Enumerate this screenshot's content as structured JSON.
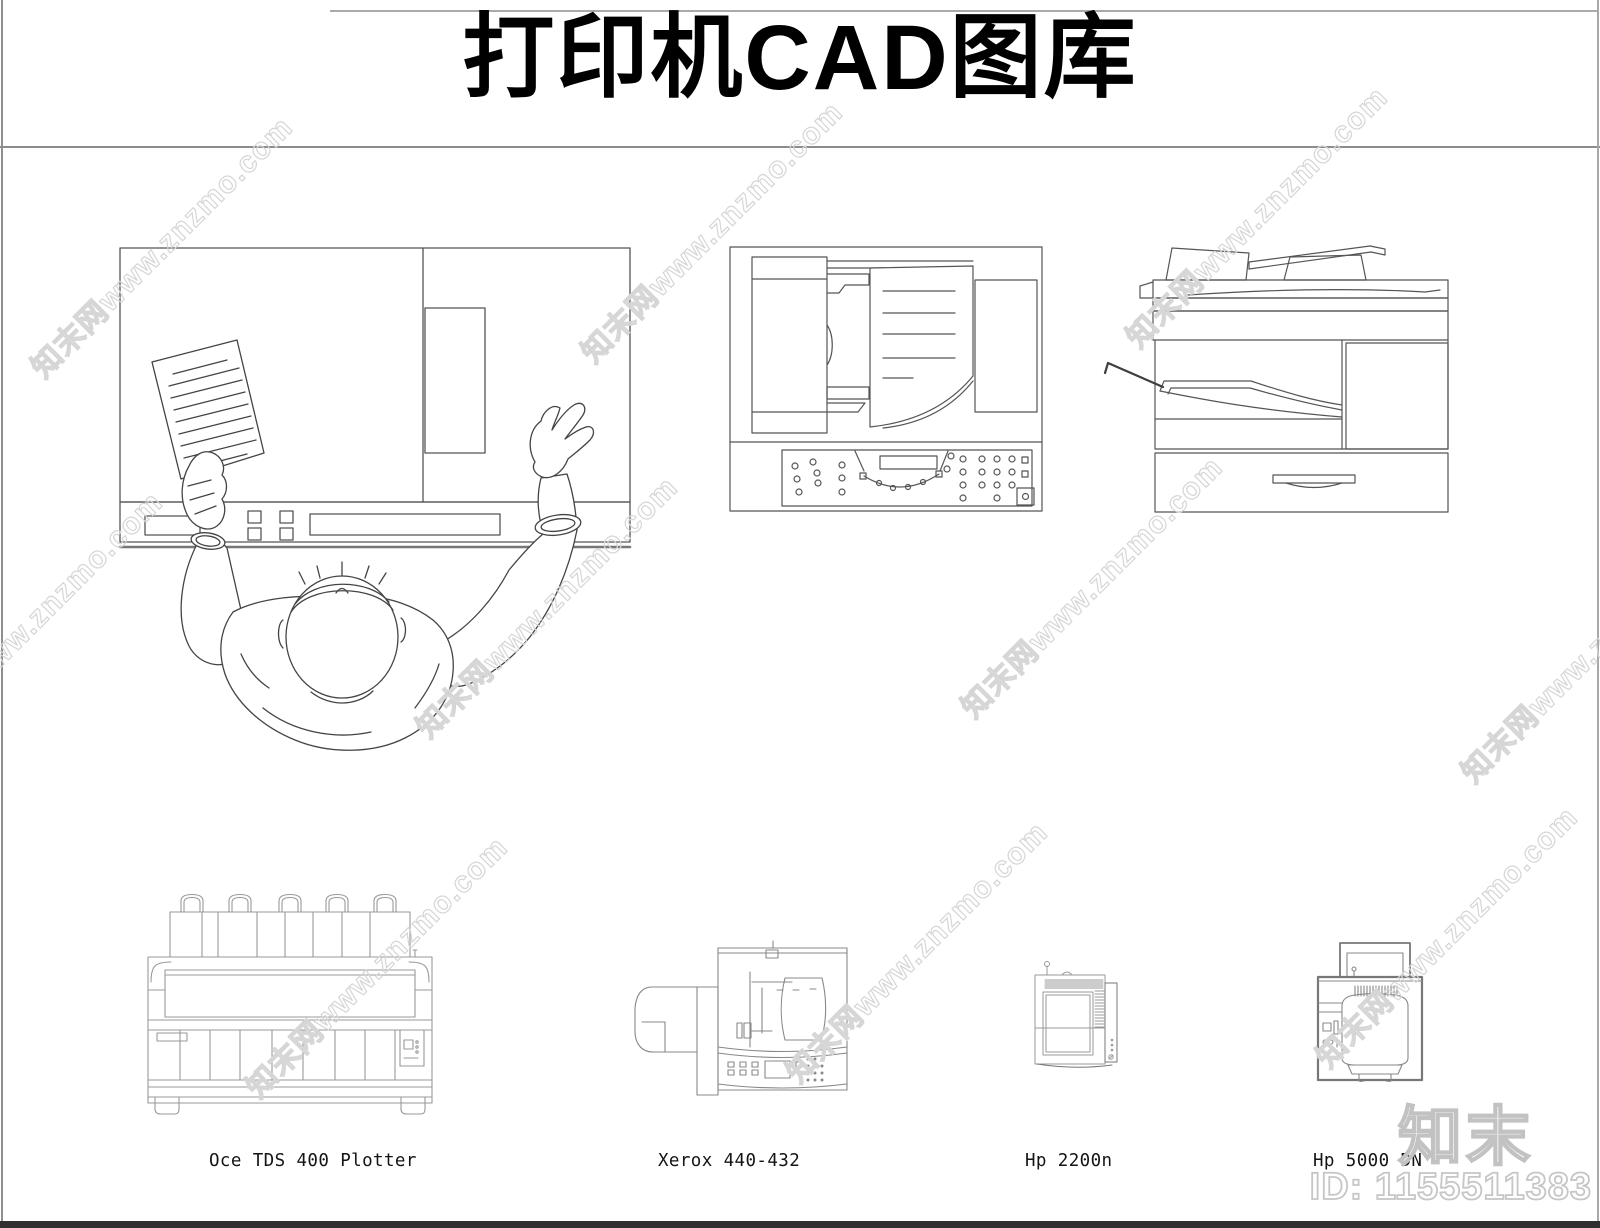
{
  "page": {
    "title": "打印机CAD图库"
  },
  "watermark": {
    "text": "知末网www.znzmo.com"
  },
  "brand": {
    "logo_text": "知末",
    "id_text": "ID: 1155511383"
  },
  "labels": [
    {
      "id": "oce-tds-400-plotter",
      "text": "Oce TDS 400 Plotter"
    },
    {
      "id": "xerox-440-432",
      "text": "Xerox 440-432"
    },
    {
      "id": "hp-2200n",
      "text": "Hp 2200n"
    },
    {
      "id": "hp-5000-dn",
      "text": "Hp 5000 DN"
    }
  ],
  "drawings": [
    {
      "id": "plotter-with-person",
      "alt": "large-format-plotter-top-view-with-person"
    },
    {
      "id": "fax-copier-top",
      "alt": "fax-copier-top-view-with-document"
    },
    {
      "id": "copier-side",
      "alt": "office-copier-side-view"
    },
    {
      "id": "oce-tds-400",
      "alt": "oce-tds-400-plotter-front-view"
    },
    {
      "id": "xerox-440-432",
      "alt": "xerox-440-432-top-view"
    },
    {
      "id": "hp-2200n",
      "alt": "hp-2200n-top-view"
    },
    {
      "id": "hp-5000-dn",
      "alt": "hp-5000-dn-top-view"
    }
  ]
}
